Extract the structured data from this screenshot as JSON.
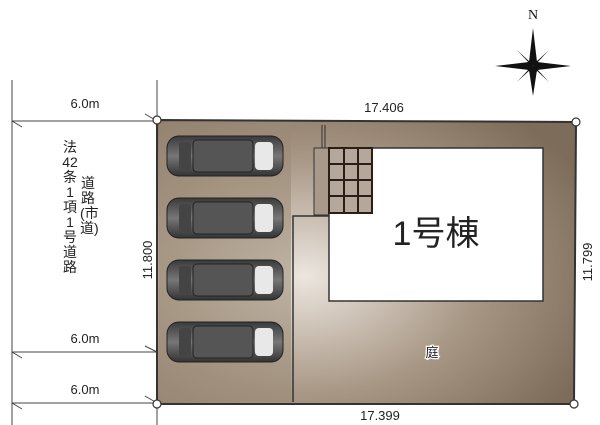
{
  "compass": {
    "label": "N",
    "icon": "compass-rose-icon"
  },
  "road": {
    "col1": [
      "法",
      "42",
      "条",
      "1",
      "項",
      "1",
      "号",
      "道",
      "路"
    ],
    "col2": [
      "道",
      "路",
      "(市",
      "道)"
    ],
    "width_top": "6.0m",
    "width_mid": "6.0m",
    "width_bottom": "6.0m"
  },
  "dimensions": {
    "top": "17.406",
    "bottom": "17.399",
    "left": "11.800",
    "right": "11.799"
  },
  "building": {
    "label": "1号棟"
  },
  "garden": {
    "label": "庭"
  },
  "parking": {
    "car_count": 4
  },
  "colors": {
    "lot": "#8a7a68",
    "lot_light": "#d9cfc3",
    "building": "#ffffff",
    "line": "#333333"
  }
}
